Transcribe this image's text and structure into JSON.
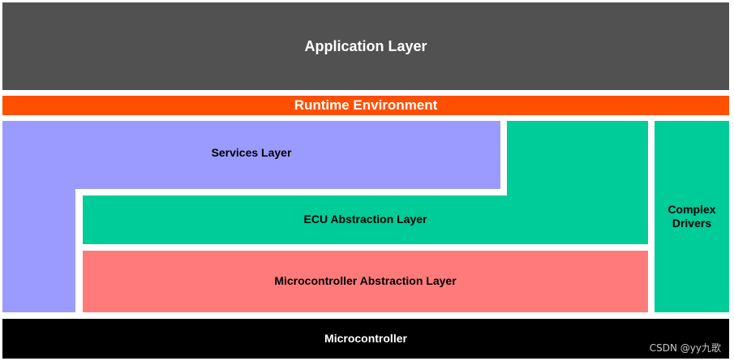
{
  "layers": {
    "application": "Application Layer",
    "runtime": "Runtime Environment",
    "services": "Services Layer",
    "ecu_abstraction": "ECU Abstraction Layer",
    "complex_drivers": "Complex\nDrivers",
    "mcal": "Microcontroller Abstraction Layer",
    "microcontroller": "Microcontroller"
  },
  "watermark": "CSDN @yy九歌",
  "colors": {
    "application": "#515151",
    "runtime": "#ff4f00",
    "services": "#9b9bff",
    "ecu_abstraction": "#00cc99",
    "complex_drivers": "#00cc99",
    "mcal": "#ff7b7b",
    "microcontroller": "#000000"
  }
}
